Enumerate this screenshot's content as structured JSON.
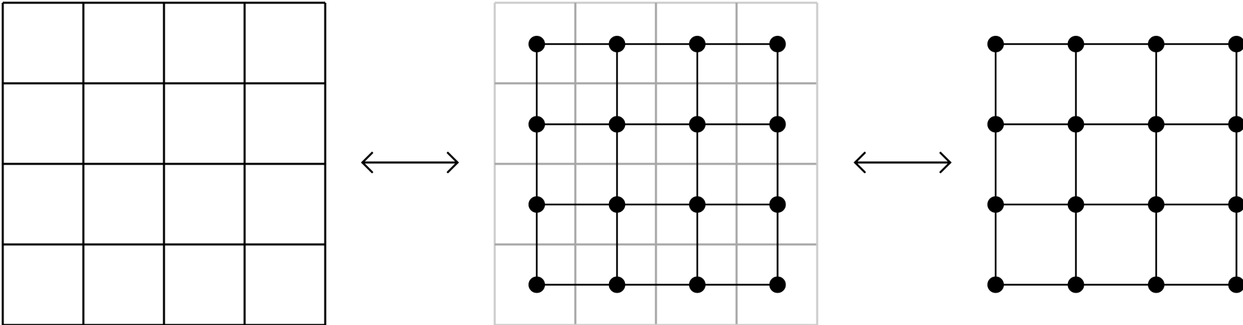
{
  "diagram": {
    "panels": [
      {
        "kind": "square-grid",
        "cells": 4
      },
      {
        "kind": "grid-with-dual-graph",
        "cells": 4,
        "nodes": 4
      },
      {
        "kind": "lattice-graph",
        "nodes": 4
      }
    ],
    "connectors": [
      {
        "kind": "double-arrow",
        "between": [
          "square-grid",
          "grid-with-dual-graph"
        ]
      },
      {
        "kind": "double-arrow",
        "between": [
          "grid-with-dual-graph",
          "lattice-graph"
        ]
      }
    ],
    "colors": {
      "background": "#ffffff",
      "ink": "#000000",
      "faint_grid_outer": "#cccccc",
      "faint_grid_inner": "#a6a6a6"
    }
  }
}
